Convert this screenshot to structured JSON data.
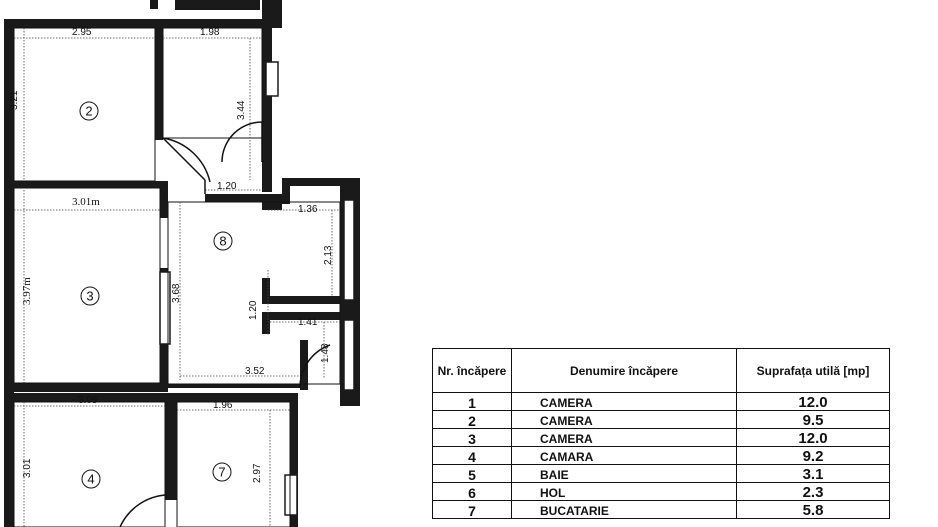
{
  "plan": {
    "dimensions": {
      "room2_width": "2.95",
      "room2_height": "3.21",
      "room1_width": "1.98",
      "room1_height": "3.44",
      "passage_width": "1.20",
      "room3_width": "3.01m",
      "room3_height": "3.97m",
      "hall_height": "3.68",
      "hall_wall_right": "1.36",
      "hall_right_height": "2.13",
      "closet_height": "1.20",
      "closet_width": "1.41",
      "door_height": "1.48",
      "hall_width": "3.52",
      "room4_width": "3.05",
      "room4_height": "3.01",
      "room7_width": "1.96",
      "room7_height": "2.97"
    },
    "room_numbers": {
      "r2": "2",
      "r3": "3",
      "r4": "4",
      "r7": "7",
      "r8": "8"
    }
  },
  "table": {
    "headers": {
      "nr": "Nr. încăpere",
      "name": "Denumire încăpere",
      "area": "Suprafața utilă [mp]"
    },
    "rows": [
      {
        "nr": "1",
        "name": "CAMERA",
        "area": "12.0"
      },
      {
        "nr": "2",
        "name": "CAMERA",
        "area": "9.5"
      },
      {
        "nr": "3",
        "name": "CAMERA",
        "area": "12.0"
      },
      {
        "nr": "4",
        "name": "CAMARA",
        "area": "9.2"
      },
      {
        "nr": "5",
        "name": "BAIE",
        "area": "3.1"
      },
      {
        "nr": "6",
        "name": "HOL",
        "area": "2.3"
      },
      {
        "nr": "7",
        "name": "BUCATARIE",
        "area": "5.8"
      }
    ]
  }
}
